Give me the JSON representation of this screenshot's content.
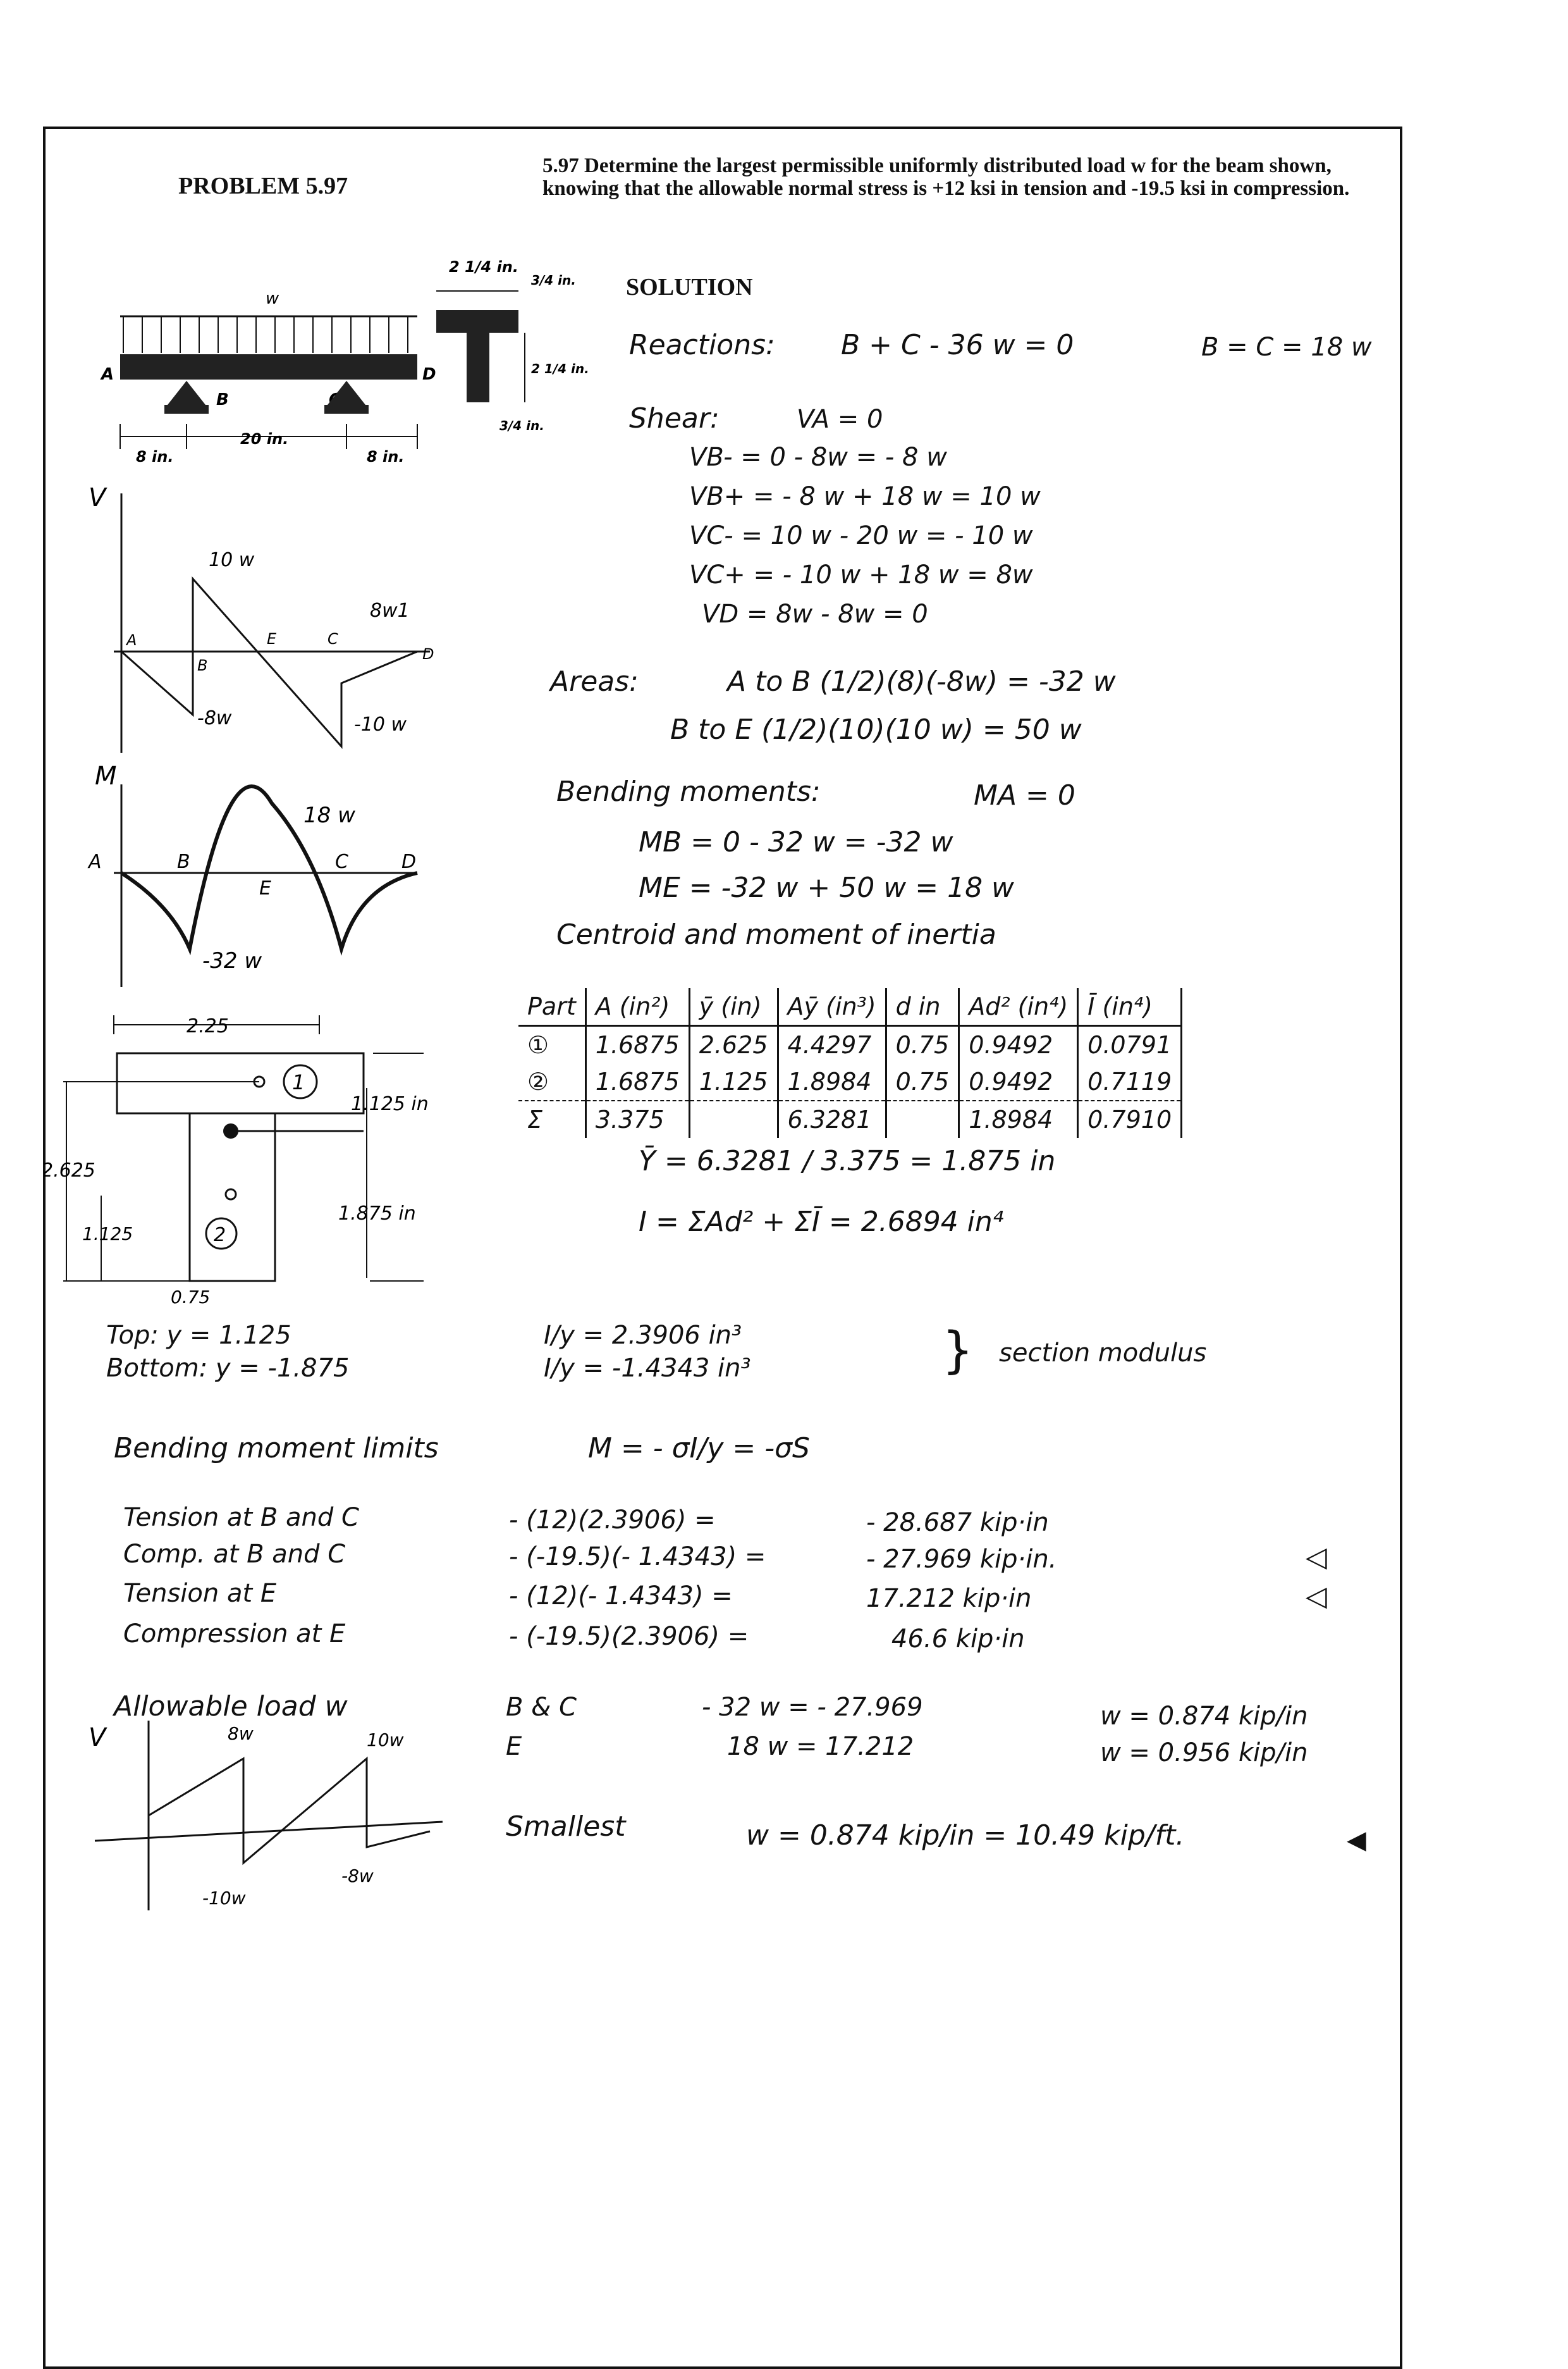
{
  "problem": {
    "title": "PROBLEM 5.97",
    "statement": "5.97 Determine the largest permissible uniformly distributed load w for the beam shown, knowing that the allowable normal stress is +12 ksi in tension and -19.5 ksi in compression.",
    "solution_heading": "SOLUTION"
  },
  "figure": {
    "load_label": "w",
    "point_A": "A",
    "point_B": "B",
    "point_C": "C",
    "point_D": "D",
    "dim_left": "8 in.",
    "dim_mid": "20 in.",
    "dim_right": "8 in.",
    "sec_top_width": "2 1/4 in.",
    "sec_flange": "3/4 in.",
    "sec_web_height": "2 1/4 in.",
    "sec_web": "3/4 in."
  },
  "reactions": {
    "label": "Reactions:",
    "equation": "B + C - 36 w = 0",
    "result": "B = C = 18 w"
  },
  "shear": {
    "label": "Shear:",
    "lines": [
      "VA = 0",
      "VB- = 0 - 8w = - 8 w",
      "VB+ = - 8 w + 18 w = 10 w",
      "VC- = 10 w - 20 w = - 10 w",
      "VC+ = - 10 w + 18 w = 8w",
      "VD = 8w - 8w = 0"
    ]
  },
  "v_diagram": {
    "axis": "V",
    "peak_B": "10 w",
    "peak_C": "8w1",
    "min_B": "-8w",
    "min_C": "-10 w",
    "A": "A",
    "B": "B",
    "E": "E",
    "C": "C",
    "D": "D"
  },
  "areas": {
    "label": "Areas:",
    "lines": [
      "A to B   (1/2)(8)(-8w) = -32 w",
      "B to E   (1/2)(10)(10 w) = 50 w"
    ]
  },
  "moments": {
    "label": "Bending moments:",
    "lines": [
      "MA = 0",
      "MB = 0 - 32 w = -32 w",
      "ME = -32 w + 50 w = 18 w"
    ]
  },
  "m_diagram": {
    "axis": "M",
    "max": "18 w",
    "min": "-32 w",
    "A": "A",
    "B": "B",
    "E": "E",
    "C": "C",
    "D": "D"
  },
  "centroid": {
    "heading": "Centroid and moment of inertia",
    "columns": [
      "Part",
      "A (in²)",
      "ȳ (in)",
      "Aȳ (in³)",
      "d in",
      "Ad² (in⁴)",
      "Ī (in⁴)"
    ],
    "rows": [
      [
        "①",
        "1.6875",
        "2.625",
        "4.4297",
        "0.75",
        "0.9492",
        "0.0791"
      ],
      [
        "②",
        "1.6875",
        "1.125",
        "1.8984",
        "0.75",
        "0.9492",
        "0.7119"
      ],
      [
        "Σ",
        "3.375",
        "",
        "6.3281",
        "",
        "1.8984",
        "0.7910"
      ]
    ],
    "ybar": "Ȳ = 6.3281 / 3.375 = 1.875 in",
    "inertia": "I = ΣAd² + ΣĪ = 2.6894 in⁴"
  },
  "section_sketch": {
    "width": "2.25",
    "part1": "1",
    "part2": "2",
    "top_dim": "1.125 in",
    "bot_dim": "1.875 in",
    "left_dim": "2.625",
    "inner_dim": "1.125",
    "web": "0.75"
  },
  "modulus": {
    "top": "Top:   y = 1.125",
    "bottom": "Bottom:   y = -1.875",
    "top_s": "I/y = 2.3906 in³",
    "bottom_s": "I/y = -1.4343 in³",
    "note": "section modulus"
  },
  "limits": {
    "heading": "Bending moment limits",
    "formula": "M = - σI/y = -σS",
    "rows": [
      {
        "label": "Tension at B and C",
        "expr": "- (12)(2.3906) =",
        "value": "- 28.687 kip·in",
        "mark": ""
      },
      {
        "label": "Comp. at B and C",
        "expr": "- (-19.5)(- 1.4343) =",
        "value": "- 27.969 kip·in.",
        "mark": "◁"
      },
      {
        "label": "Tension at E",
        "expr": "- (12)(- 1.4343) =",
        "value": "17.212 kip·in",
        "mark": "◁"
      },
      {
        "label": "Compression at E",
        "expr": "- (-19.5)(2.3906) =",
        "value": "46.6 kip·in",
        "mark": ""
      }
    ]
  },
  "allowable": {
    "heading": "Allowable load w",
    "rows": [
      {
        "loc": "B & C",
        "eq": "- 32 w = - 27.969",
        "res": "w = 0.874 kip/in"
      },
      {
        "loc": "E",
        "eq": "18 w = 17.212",
        "res": "w = 0.956 kip/in"
      }
    ],
    "smallest_label": "Smallest",
    "smallest": "w = 0.874 kip/in = 10.49 kip/ft."
  },
  "v_sketch": {
    "axis": "V",
    "a": "8w",
    "b": "10w",
    "c": "-10w",
    "d": "-8w"
  }
}
